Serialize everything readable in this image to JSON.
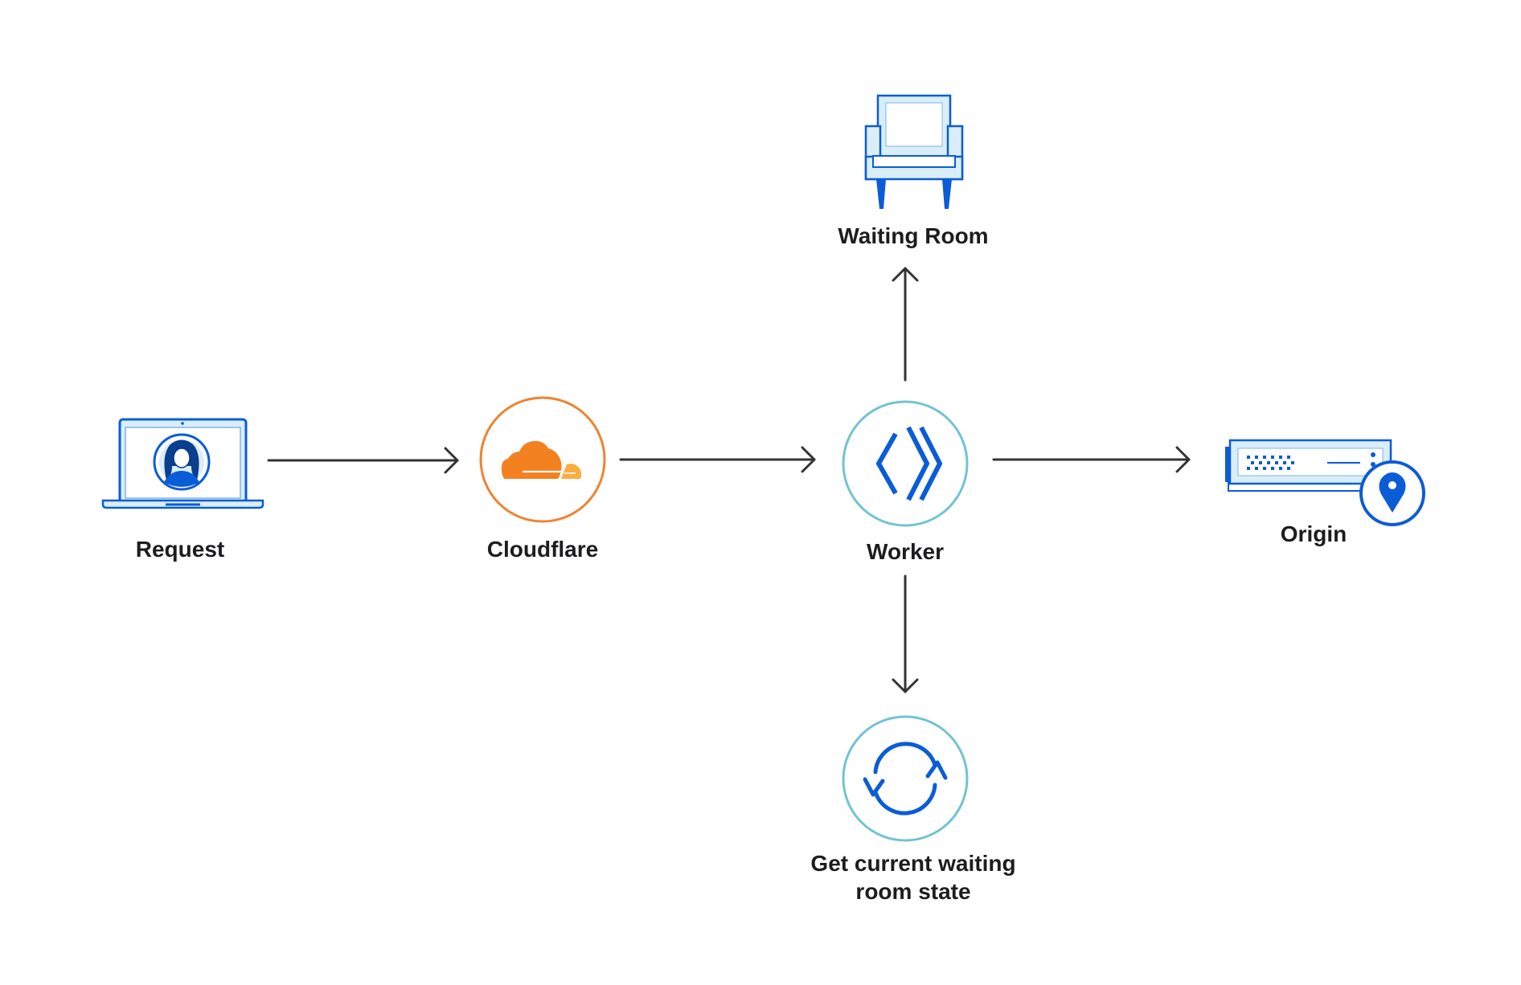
{
  "colors": {
    "background": "#ffffff",
    "arrow": "#333333",
    "label": "#1d1d1f",
    "cloudflare_ring": "#ef8330",
    "cloudflare_orange": "#f48120",
    "cloudflare_light": "#faad3f",
    "worker_ring": "#72c3d2",
    "blue": "#0b5cd7",
    "light_blue": "#d9eef9"
  },
  "nodes": {
    "request": {
      "label": "Request",
      "icon": "laptop-user-icon"
    },
    "cloudflare": {
      "label": "Cloudflare",
      "icon": "cloudflare-cloud-icon"
    },
    "worker": {
      "label": "Worker",
      "icon": "worker-chevrons-icon"
    },
    "origin": {
      "label": "Origin",
      "icon": "server-location-icon"
    },
    "waiting_room": {
      "label": "Waiting Room",
      "icon": "armchair-icon"
    },
    "state": {
      "label_line1": "Get current waiting",
      "label_line2": "room state",
      "icon": "refresh-icon"
    }
  },
  "edges": [
    {
      "from": "Request",
      "to": "Cloudflare"
    },
    {
      "from": "Cloudflare",
      "to": "Worker"
    },
    {
      "from": "Worker",
      "to": "Origin"
    },
    {
      "from": "Worker",
      "to": "Waiting Room"
    },
    {
      "from": "Worker",
      "to": "Get current waiting room state"
    }
  ]
}
